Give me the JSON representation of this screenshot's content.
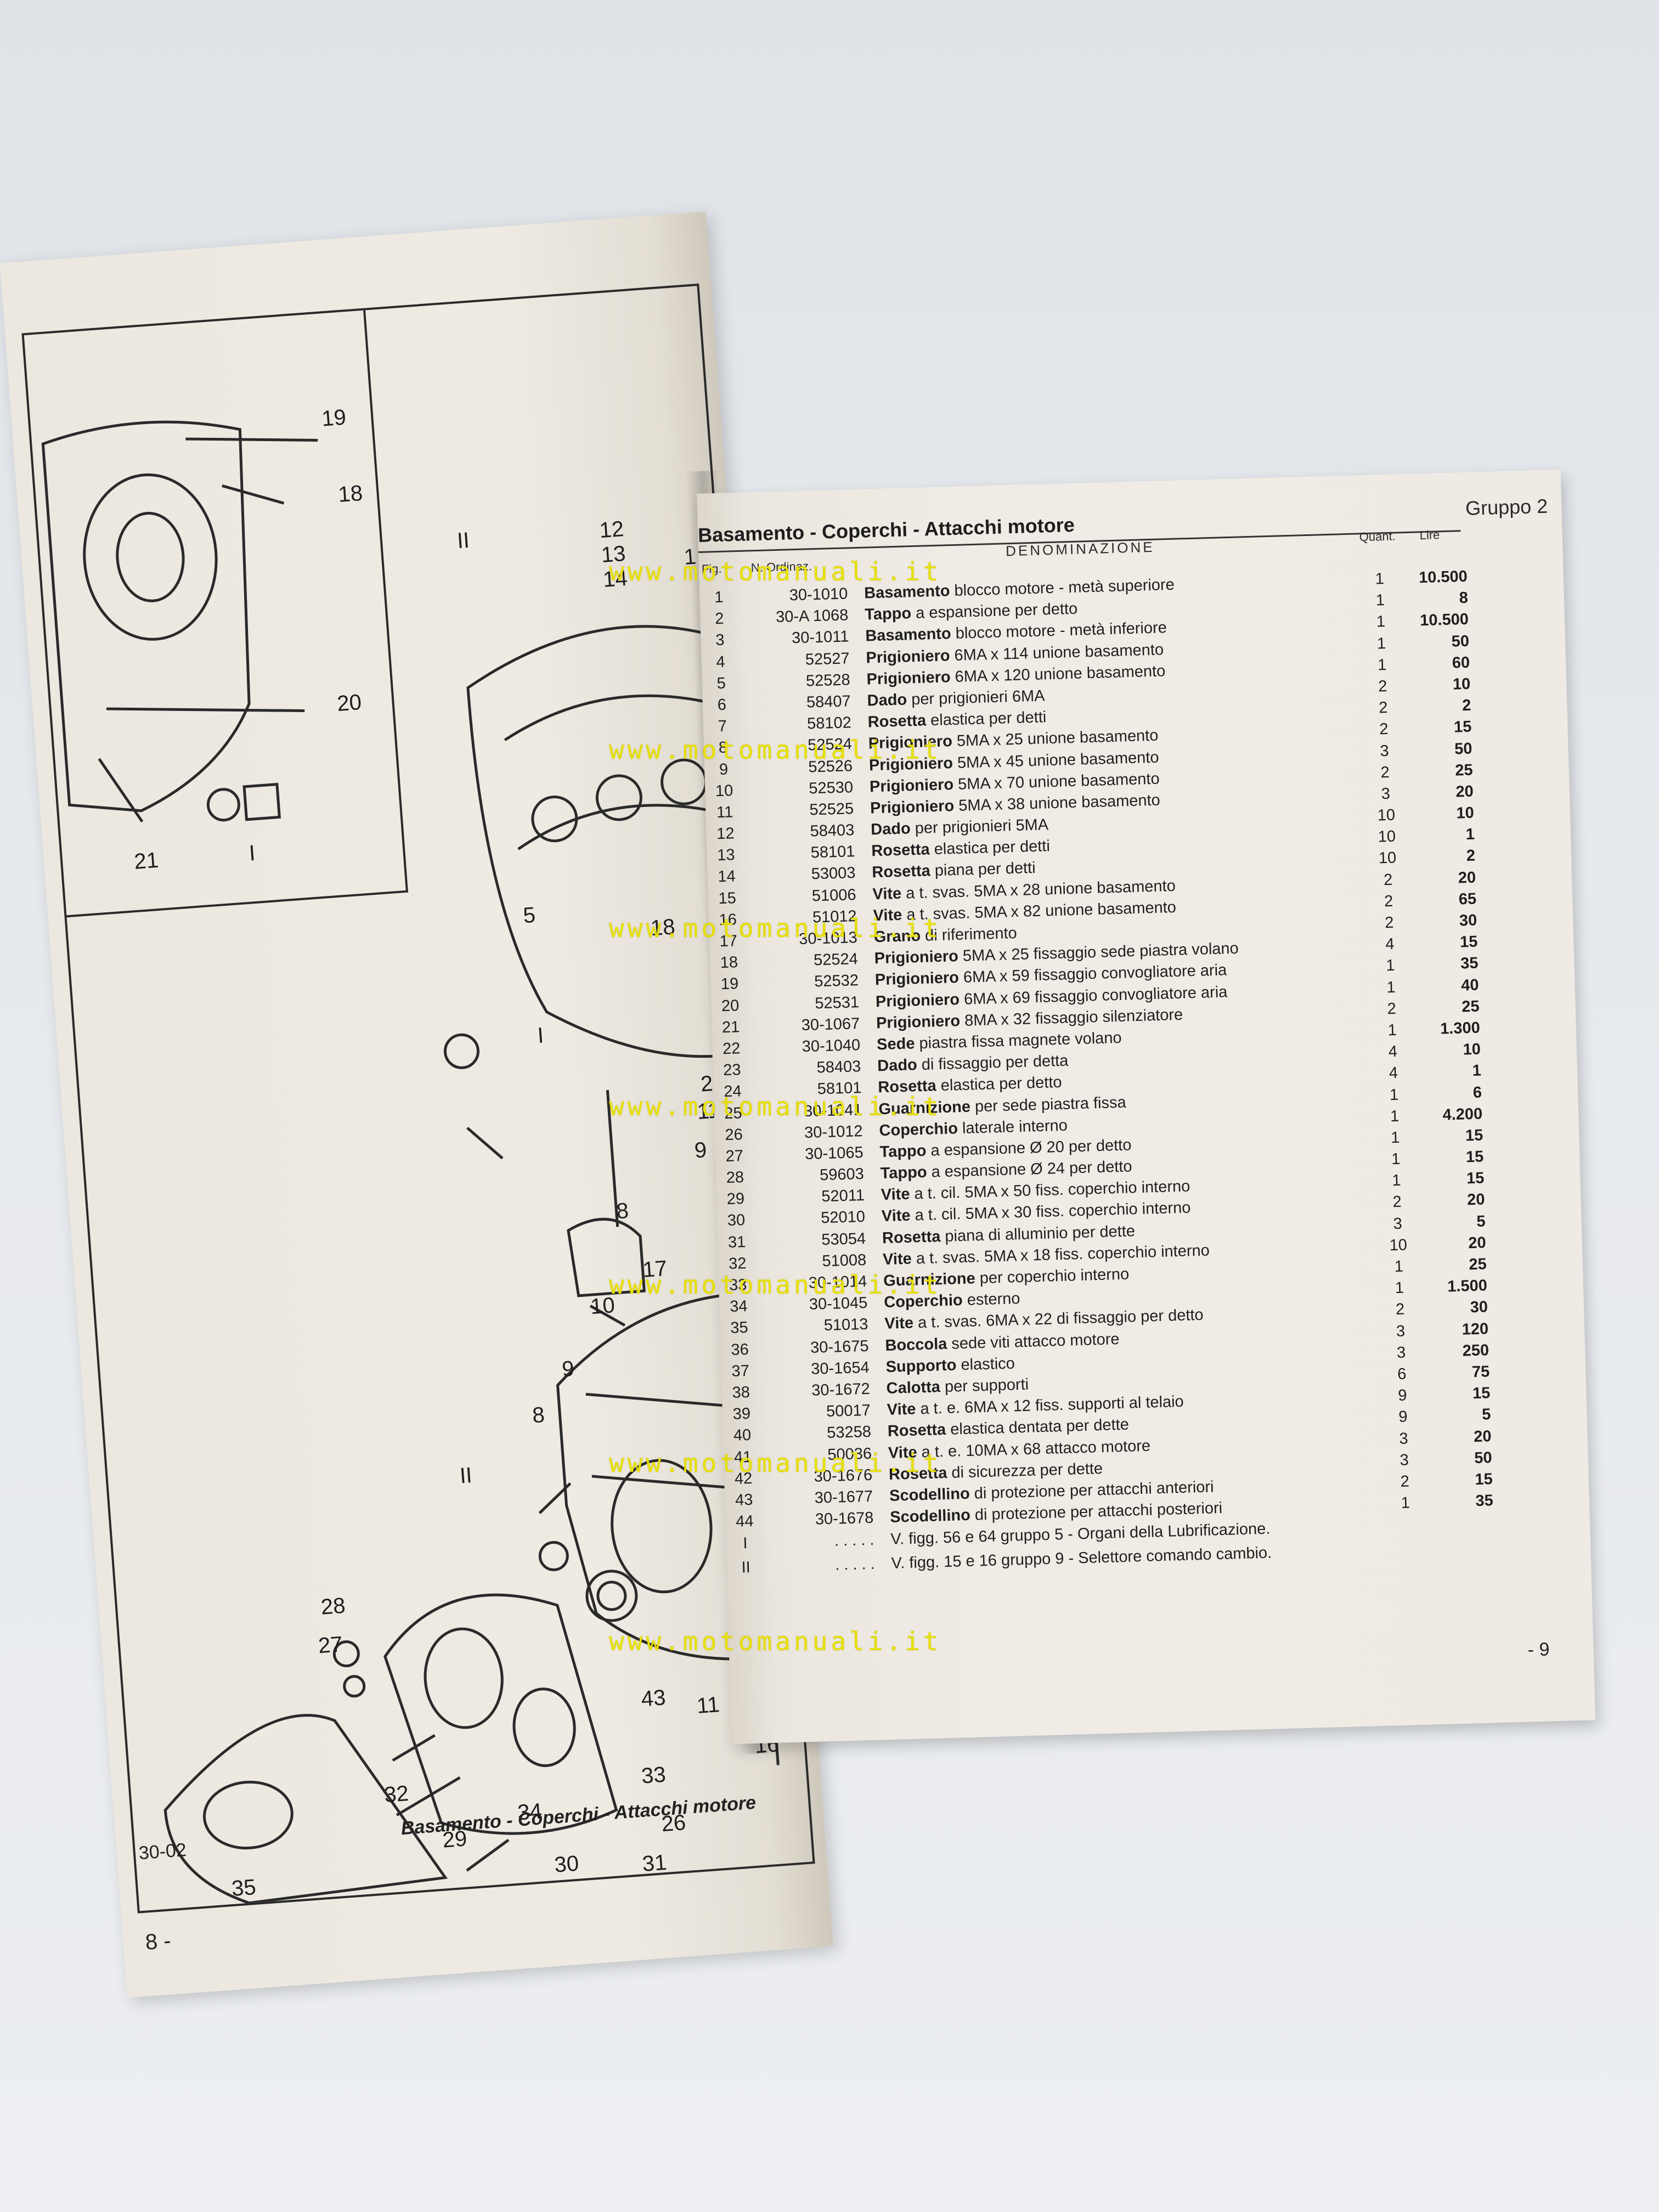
{
  "left_page": {
    "callouts": [
      "19",
      "18",
      "12",
      "13",
      "14",
      "1",
      "20",
      "21",
      "I",
      "II",
      "5",
      "18",
      "I",
      "25",
      "11",
      "9",
      "8",
      "17",
      "10",
      "9",
      "8",
      "II",
      "28",
      "27",
      "43",
      "11",
      "16",
      "32",
      "33",
      "29",
      "26",
      "31",
      "30",
      "34",
      "35"
    ],
    "caption": "Basamento - Coperchi - Attacchi motore",
    "code": "30-02",
    "page_number": "8 -"
  },
  "right_page": {
    "title": "Basamento - Coperchi - Attacchi motore",
    "group": "Gruppo 2",
    "headers": {
      "fig": "Fig.",
      "code": "N. Ordinaz.",
      "name": "DENOMINAZIONE",
      "qty": "Quant.",
      "price": "Lire"
    },
    "rows": [
      {
        "fig": "1",
        "code": "30-1010",
        "part": "Basamento",
        "desc": "blocco motore - metà superiore",
        "qty": "1",
        "price": "10.500"
      },
      {
        "fig": "2",
        "code": "30-A 1068",
        "part": "Tappo",
        "desc": "a espansione per detto",
        "qty": "1",
        "price": "8"
      },
      {
        "fig": "3",
        "code": "30-1011",
        "part": "Basamento",
        "desc": "blocco motore - metà inferiore",
        "qty": "1",
        "price": "10.500"
      },
      {
        "fig": "4",
        "code": "52527",
        "part": "Prigioniero",
        "desc": "6MA x 114 unione basamento",
        "qty": "1",
        "price": "50"
      },
      {
        "fig": "5",
        "code": "52528",
        "part": "Prigioniero",
        "desc": "6MA x 120 unione basamento",
        "qty": "1",
        "price": "60"
      },
      {
        "fig": "6",
        "code": "58407",
        "part": "Dado",
        "desc": "per prigionieri 6MA",
        "qty": "2",
        "price": "10"
      },
      {
        "fig": "7",
        "code": "58102",
        "part": "Rosetta",
        "desc": "elastica per detti",
        "qty": "2",
        "price": "2"
      },
      {
        "fig": "8",
        "code": "52524",
        "part": "Prigioniero",
        "desc": "5MA x 25   unione basamento",
        "qty": "2",
        "price": "15"
      },
      {
        "fig": "9",
        "code": "52526",
        "part": "Prigioniero",
        "desc": "5MA x 45   unione basamento",
        "qty": "3",
        "price": "50"
      },
      {
        "fig": "10",
        "code": "52530",
        "part": "Prigioniero",
        "desc": "5MA x 70   unione basamento",
        "qty": "2",
        "price": "25"
      },
      {
        "fig": "11",
        "code": "52525",
        "part": "Prigioniero",
        "desc": "5MA x 38   unione basamento",
        "qty": "3",
        "price": "20"
      },
      {
        "fig": "12",
        "code": "58403",
        "part": "Dado",
        "desc": "per prigionieri 5MA",
        "qty": "10",
        "price": "10"
      },
      {
        "fig": "13",
        "code": "58101",
        "part": "Rosetta",
        "desc": "elastica per detti",
        "qty": "10",
        "price": "1"
      },
      {
        "fig": "14",
        "code": "53003",
        "part": "Rosetta",
        "desc": "piana per detti",
        "qty": "10",
        "price": "2"
      },
      {
        "fig": "15",
        "code": "51006",
        "part": "Vite",
        "desc": "a t. svas. 5MA x 28 unione basamento",
        "qty": "2",
        "price": "20"
      },
      {
        "fig": "16",
        "code": "51012",
        "part": "Vite",
        "desc": "a t. svas. 5MA x 82 unione basamento",
        "qty": "2",
        "price": "65"
      },
      {
        "fig": "17",
        "code": "30-1013",
        "part": "Grano",
        "desc": "di riferimento",
        "qty": "2",
        "price": "30"
      },
      {
        "fig": "18",
        "code": "52524",
        "part": "Prigioniero",
        "desc": "5MA x 25 fissaggio sede piastra volano",
        "qty": "4",
        "price": "15"
      },
      {
        "fig": "19",
        "code": "52532",
        "part": "Prigioniero",
        "desc": "6MA x 59 fissaggio convogliatore aria",
        "qty": "1",
        "price": "35"
      },
      {
        "fig": "20",
        "code": "52531",
        "part": "Prigioniero",
        "desc": "6MA x 69 fissaggio convogliatore aria",
        "qty": "1",
        "price": "40"
      },
      {
        "fig": "21",
        "code": "30-1067",
        "part": "Prigioniero",
        "desc": "8MA x 32 fissaggio silenziatore",
        "qty": "2",
        "price": "25"
      },
      {
        "fig": "22",
        "code": "30-1040",
        "part": "Sede",
        "desc": "piastra fissa magnete volano",
        "qty": "1",
        "price": "1.300"
      },
      {
        "fig": "23",
        "code": "58403",
        "part": "Dado",
        "desc": "di fissaggio per detta",
        "qty": "4",
        "price": "10"
      },
      {
        "fig": "24",
        "code": "58101",
        "part": "Rosetta",
        "desc": "elastica per detto",
        "qty": "4",
        "price": "1"
      },
      {
        "fig": "25",
        "code": "30-1041",
        "part": "Guarnizione",
        "desc": "per sede piastra fissa",
        "qty": "1",
        "price": "6"
      },
      {
        "fig": "26",
        "code": "30-1012",
        "part": "Coperchio",
        "desc": "laterale interno",
        "qty": "1",
        "price": "4.200"
      },
      {
        "fig": "27",
        "code": "30-1065",
        "part": "Tappo",
        "desc": "a espansione Ø 20 per detto",
        "qty": "1",
        "price": "15"
      },
      {
        "fig": "28",
        "code": "59603",
        "part": "Tappo",
        "desc": "a espansione Ø 24 per detto",
        "qty": "1",
        "price": "15"
      },
      {
        "fig": "29",
        "code": "52011",
        "part": "Vite",
        "desc": "a t. cil. 5MA x 50 fiss. coperchio interno",
        "qty": "1",
        "price": "15"
      },
      {
        "fig": "30",
        "code": "52010",
        "part": "Vite",
        "desc": "a t. cil. 5MA x 30 fiss. coperchio interno",
        "qty": "2",
        "price": "20"
      },
      {
        "fig": "31",
        "code": "53054",
        "part": "Rosetta",
        "desc": "piana di alluminio per dette",
        "qty": "3",
        "price": "5"
      },
      {
        "fig": "32",
        "code": "51008",
        "part": "Vite",
        "desc": "a t. svas. 5MA x 18 fiss. coperchio interno",
        "qty": "10",
        "price": "20"
      },
      {
        "fig": "33",
        "code": "30-1014",
        "part": "Guarnizione",
        "desc": "per coperchio interno",
        "qty": "1",
        "price": "25"
      },
      {
        "fig": "34",
        "code": "30-1045",
        "part": "Coperchio",
        "desc": "esterno",
        "qty": "1",
        "price": "1.500"
      },
      {
        "fig": "35",
        "code": "51013",
        "part": "Vite",
        "desc": "a t. svas. 6MA x 22 di fissaggio per detto",
        "qty": "2",
        "price": "30"
      },
      {
        "fig": "36",
        "code": "30-1675",
        "part": "Boccola",
        "desc": "sede viti attacco motore",
        "qty": "3",
        "price": "120"
      },
      {
        "fig": "37",
        "code": "30-1654",
        "part": "Supporto",
        "desc": "elastico",
        "qty": "3",
        "price": "250"
      },
      {
        "fig": "38",
        "code": "30-1672",
        "part": "Calotta",
        "desc": "per supporti",
        "qty": "6",
        "price": "75"
      },
      {
        "fig": "39",
        "code": "50017",
        "part": "Vite",
        "desc": "a t. e. 6MA x 12 fiss. supporti al telaio",
        "qty": "9",
        "price": "15"
      },
      {
        "fig": "40",
        "code": "53258",
        "part": "Rosetta",
        "desc": "elastica dentata per dette",
        "qty": "9",
        "price": "5"
      },
      {
        "fig": "41",
        "code": "50036",
        "part": "Vite",
        "desc": "a t. e. 10MA x 68 attacco motore",
        "qty": "3",
        "price": "20"
      },
      {
        "fig": "42",
        "code": "30-1676",
        "part": "Rosetta",
        "desc": "di sicurezza per dette",
        "qty": "3",
        "price": "50"
      },
      {
        "fig": "43",
        "code": "30-1677",
        "part": "Scodellino",
        "desc": "di protezione per attacchi anteriori",
        "qty": "2",
        "price": "15"
      },
      {
        "fig": "44",
        "code": "30-1678",
        "part": "Scodellino",
        "desc": "di protezione per attacchi posteriori",
        "qty": "1",
        "price": "35"
      }
    ],
    "notes": [
      {
        "fig": "I",
        "code": ". . . . .",
        "text": "V. figg. 56 e 64 gruppo 5 - Organi della Lubrificazione."
      },
      {
        "fig": "II",
        "code": ". . . . .",
        "text": "V. figg. 15 e 16 gruppo 9 - Selettore comando cambio."
      }
    ],
    "page_number": "- 9"
  },
  "watermark": "www.motomanuali.it"
}
